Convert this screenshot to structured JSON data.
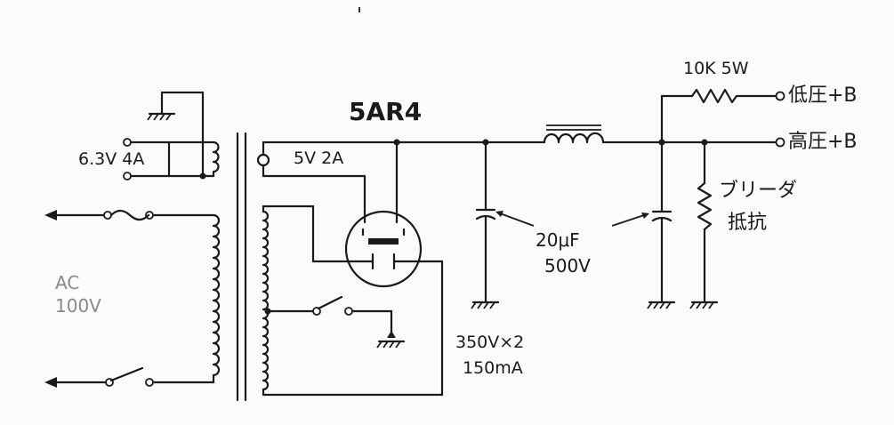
{
  "tube": {
    "label": "5AR4"
  },
  "heater_winding": {
    "label": "6.3V 4A"
  },
  "rect_heater_winding": {
    "label": "5V 2A"
  },
  "ac_input": {
    "line1": "AC",
    "line2": "100V"
  },
  "hv_winding": {
    "line1": "350V×2",
    "line2": "150mA"
  },
  "filter_caps": {
    "line1": "20μF",
    "line2": "500V"
  },
  "dropping_resistor": {
    "label": "10K 5W"
  },
  "low_b_output": {
    "label": "低圧+B"
  },
  "high_b_output": {
    "label": "高圧+B"
  },
  "bleeder_resistor": {
    "line1": "ブリーダ",
    "line2": "抵抗"
  },
  "colors": {
    "ink": "#1a1a1a",
    "paper": "#fbfbfa"
  }
}
